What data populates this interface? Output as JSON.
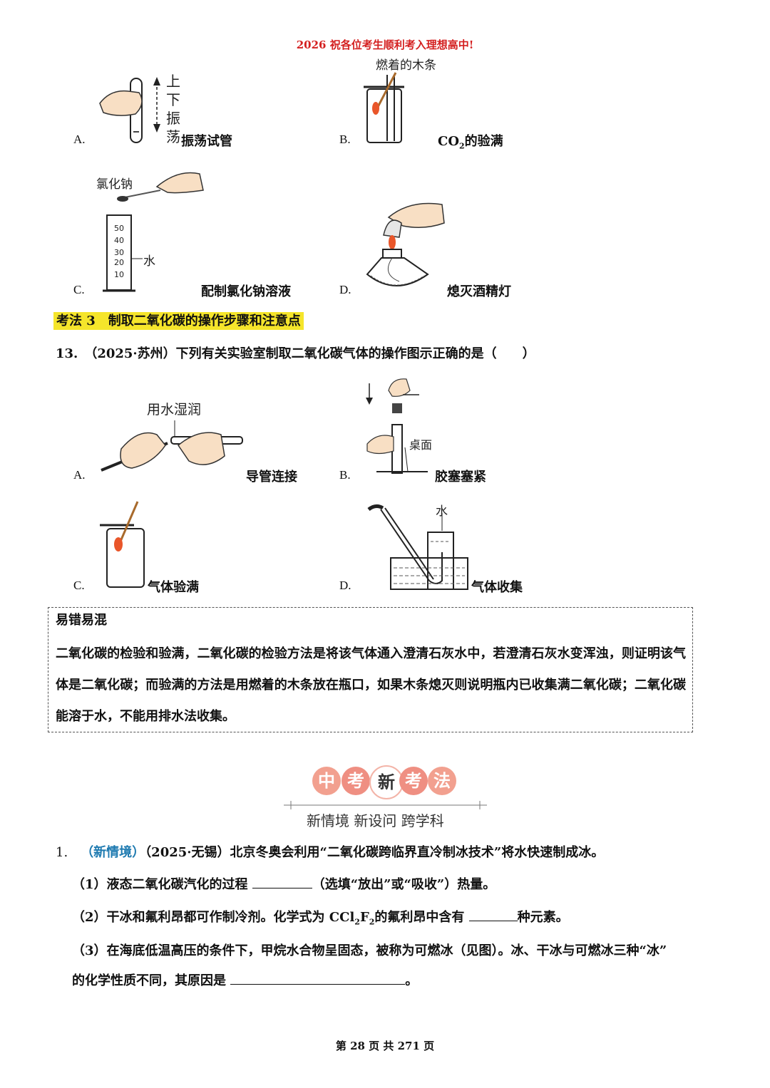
{
  "header": "2026 祝各位考生顺利考入理想高中!",
  "part1": {
    "A": {
      "letter": "A.",
      "caption": "振荡试管",
      "annot": [
        "上",
        "下",
        "振",
        "荡"
      ]
    },
    "B": {
      "letter": "B.",
      "caption_pre": "CO",
      "caption_sub": "2",
      "caption_post": "的验满",
      "annot": "燃着的木条"
    },
    "C": {
      "letter": "C.",
      "caption": "配制氯化钠溶液",
      "annot_salt": "氯化钠",
      "annot_water": "水",
      "scale": [
        "50",
        "40",
        "30",
        "20",
        "10"
      ]
    },
    "D": {
      "letter": "D.",
      "caption": "熄灭酒精灯"
    }
  },
  "section3": "考法 3　制取二氧化碳的操作步骤和注意点",
  "q13": {
    "stem": "13.　（2025·苏州）下列有关实验室制取二氧化碳气体的操作图示正确的是（　　）",
    "A": {
      "letter": "A.",
      "caption": "导管连接",
      "annot": "用水湿润"
    },
    "B": {
      "letter": "B.",
      "caption": "胶塞塞紧",
      "annot": "桌面"
    },
    "C": {
      "letter": "C.",
      "caption": "气体验满"
    },
    "D": {
      "letter": "D.",
      "caption": "气体收集",
      "annot": "水"
    }
  },
  "tips": {
    "title": "易错易混",
    "text": "二氧化碳的检验和验满，二氧化碳的检验方法是将该气体通入澄清石灰水中，若澄清石灰水变浑浊，则证明该气体是二氧化碳；而验满的方法是用燃着的木条放在瓶口，如果木条熄灭则说明瓶内已收集满二氧化碳；二氧化碳能溶于水，不能用排水法收集。"
  },
  "banner": {
    "chars": [
      "中",
      "考",
      "新",
      "考",
      "法"
    ],
    "colors": [
      "#f2a08f",
      "#f09a8c",
      "#ffffff",
      "#f09a8c",
      "#f2a08f"
    ],
    "subtitle": "新情境 新设问 跨学科"
  },
  "q1": {
    "num": "1.",
    "tag": "（新情境）",
    "stem": "（2025·无锡）北京冬奥会利用“二氧化碳跨临界直冷制冰技术”将水快速制成冰。",
    "p1_pre": "（1）液态二氧化碳汽化的过程 ",
    "p1_post": "（选填“放出”或“吸收”）热量。",
    "p2_pre": "（2）干冰和氟利昂都可作制冷剂。化学式为 CCl",
    "p2_sub1": "2",
    "p2_mid": "F",
    "p2_sub2": "2",
    "p2_post": "的氟利昂中含有 ",
    "p2_end": "种元素。",
    "p3_line1": "（3）在海底低温高压的条件下，甲烷水合物呈固态，被称为可燃冰（见图）。冰、干冰与可燃冰三种“冰”",
    "p3_line2_pre": "的化学性质不同，其原因是 ",
    "p3_line2_post": "。"
  },
  "footer": {
    "pre": "第 ",
    "page": "28",
    "mid": " 页 共 ",
    "total": "271",
    "post": " 页"
  }
}
